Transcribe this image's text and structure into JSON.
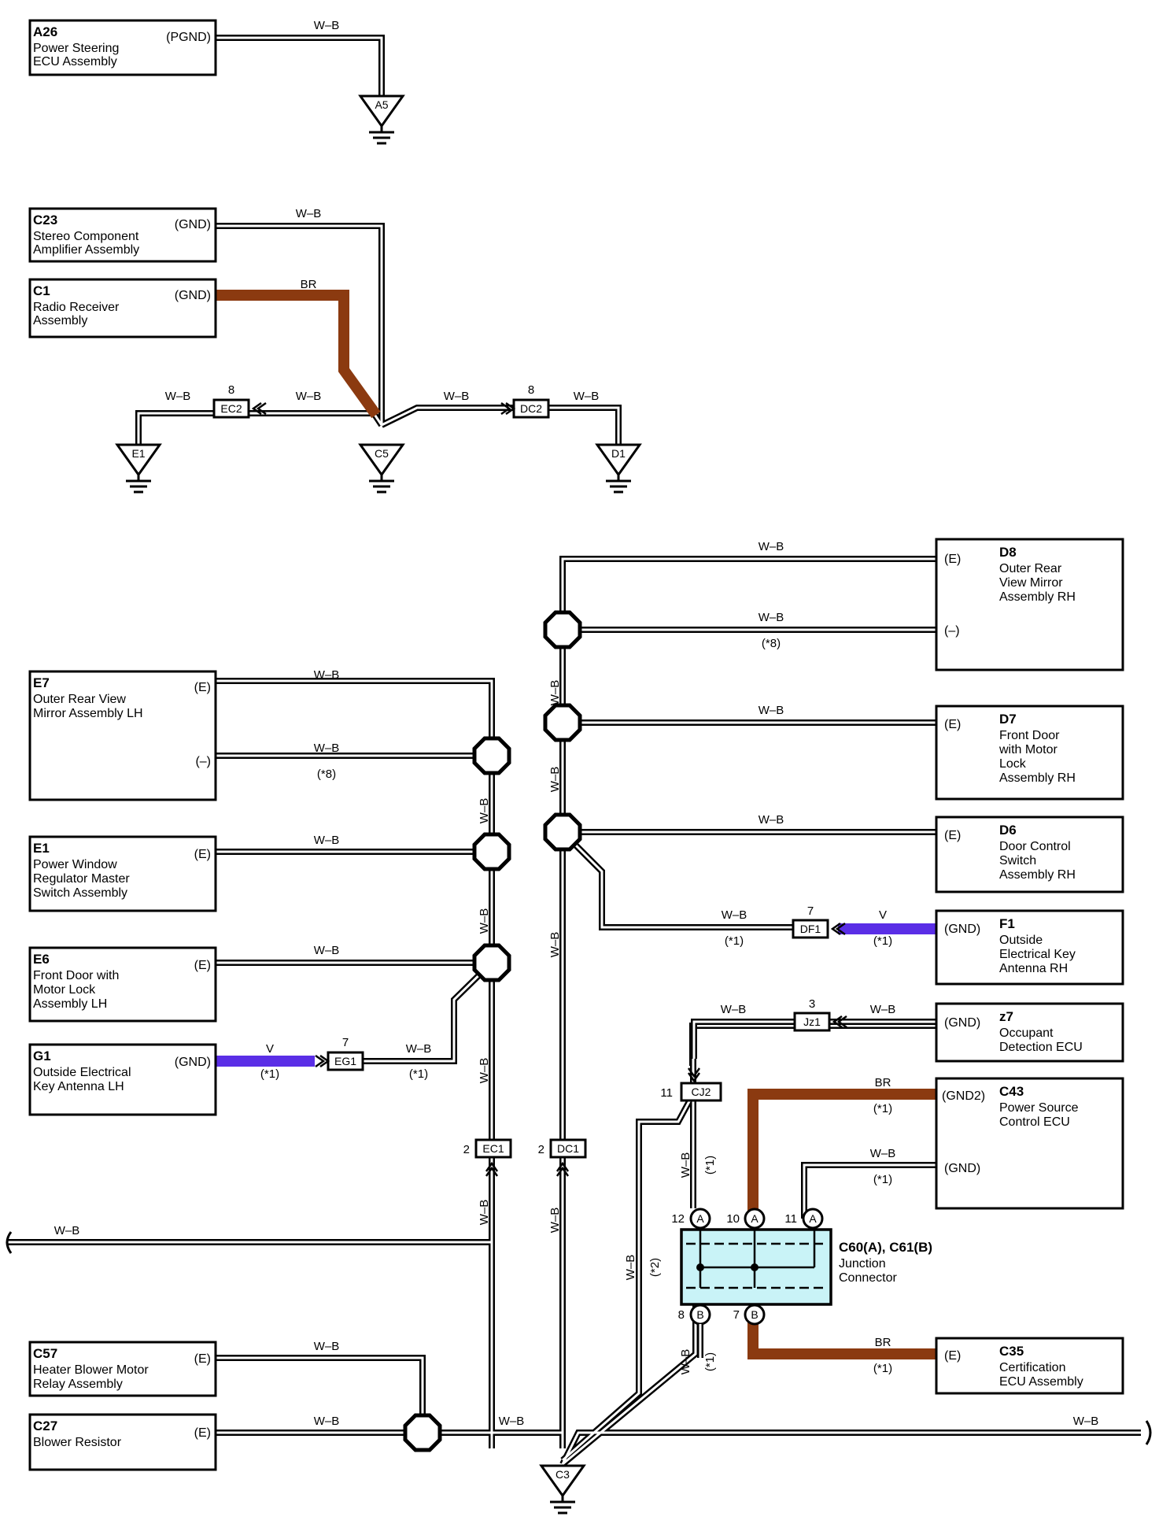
{
  "colors": {
    "w_b_outer": "#000000",
    "w_b_inner": "#ffffff",
    "br": "#8b3a10",
    "v": "#5a2ee6",
    "junction_fill": "#c9f3f7"
  },
  "components": {
    "a26": {
      "code": "A26",
      "name1": "Power Steering",
      "name2": "ECU Assembly",
      "pin": "(PGND)"
    },
    "c23": {
      "code": "C23",
      "name1": "Stereo Component",
      "name2": "Amplifier Assembly",
      "pin": "(GND)"
    },
    "c1": {
      "code": "C1",
      "name1": "Radio Receiver",
      "name2": "Assembly",
      "pin": "(GND)"
    },
    "d8": {
      "code": "D8",
      "name1": "Outer Rear",
      "name2": "View Mirror",
      "name3": "Assembly RH",
      "pin1": "(E)",
      "pin2": "(–)"
    },
    "e7": {
      "code": "E7",
      "name1": "Outer Rear View",
      "name2": "Mirror Assembly LH",
      "pin1": "(E)",
      "pin2": "(–)"
    },
    "d7": {
      "code": "D7",
      "name1": "Front Door",
      "name2": "with Motor",
      "name3": "Lock",
      "name4": "Assembly RH",
      "pin": "(E)"
    },
    "e1": {
      "code": "E1",
      "name1": "Power Window",
      "name2": "Regulator Master",
      "name3": "Switch Assembly",
      "pin": "(E)"
    },
    "d6": {
      "code": "D6",
      "name1": "Door Control",
      "name2": "Switch",
      "name3": "Assembly RH",
      "pin": "(E)"
    },
    "e6": {
      "code": "E6",
      "name1": "Front Door with",
      "name2": "Motor Lock",
      "name3": "Assembly LH",
      "pin": "(E)"
    },
    "f1": {
      "code": "F1",
      "name1": "Outside",
      "name2": "Electrical Key",
      "name3": "Antenna RH",
      "pin": "(GND)"
    },
    "z7": {
      "code": "z7",
      "name1": "Occupant",
      "name2": "Detection ECU",
      "pin": "(GND)"
    },
    "g1": {
      "code": "G1",
      "name1": "Outside Electrical",
      "name2": "Key Antenna LH",
      "pin": "(GND)"
    },
    "c43": {
      "code": "C43",
      "name1": "Power Source",
      "name2": "Control ECU",
      "pin1": "(GND2)",
      "pin2": "(GND)"
    },
    "c35": {
      "code": "C35",
      "name1": "Certification",
      "name2": "ECU Assembly",
      "pin": "(E)"
    },
    "c57": {
      "code": "C57",
      "name1": "Heater Blower Motor",
      "name2": "Relay Assembly",
      "pin": "(E)"
    },
    "c27": {
      "code": "C27",
      "name1": "Blower Resistor",
      "pin": "(E)"
    },
    "junction": {
      "code": "C60(A), C61(B)",
      "name1": "Junction",
      "name2": "Connector"
    }
  },
  "grounds": [
    "A5",
    "E1",
    "C5",
    "D1",
    "C3"
  ],
  "connectors": {
    "ec2": {
      "label": "EC2",
      "pin": "8"
    },
    "dc2": {
      "label": "DC2",
      "pin": "8"
    },
    "df1": {
      "label": "DF1",
      "pin": "7"
    },
    "eg1": {
      "label": "EG1",
      "pin": "7"
    },
    "jz1": {
      "label": "Jz1",
      "pin": "3"
    },
    "cj2": {
      "label": "CJ2",
      "pin": "11"
    },
    "ec1": {
      "label": "EC1",
      "pin": "2"
    },
    "dc1": {
      "label": "DC1",
      "pin": "2"
    }
  },
  "junction_pins": {
    "p12": {
      "num": "12",
      "letter": "A"
    },
    "p10": {
      "num": "10",
      "letter": "A"
    },
    "p11": {
      "num": "11",
      "letter": "A"
    },
    "p8": {
      "num": "8",
      "letter": "B"
    },
    "p7": {
      "num": "7",
      "letter": "B"
    }
  },
  "wire_colors": {
    "wb": "W–B",
    "br": "BR",
    "v": "V"
  },
  "notes": {
    "n1": "(*1)",
    "n2": "(*2)",
    "n8": "(*8)"
  }
}
